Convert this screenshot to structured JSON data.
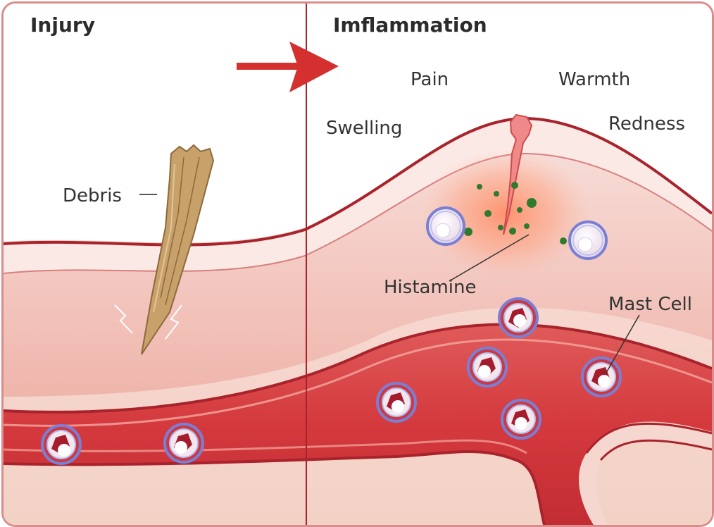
{
  "panels": {
    "left_title": "Injury",
    "right_title": "Imflammation"
  },
  "symptoms": {
    "pain": "Pain",
    "warmth": "Warmth",
    "swelling": "Swelling",
    "redness": "Redness"
  },
  "labels": {
    "debris": "Debris",
    "histamine": "Histamine",
    "mast_cell": "Mast Cell"
  },
  "colors": {
    "frame": "#d98c8c",
    "skin_line": "#a8232c",
    "skin_light": "#f6dcd6",
    "tissue_pink": "#f0b7ad",
    "vessel_red": "#d9484a",
    "arrow_red": "#d3302f",
    "cell_blue": "#7a7fd6",
    "histamine_green": "#2f7a2f",
    "debris_tan": "#c8a06a"
  }
}
